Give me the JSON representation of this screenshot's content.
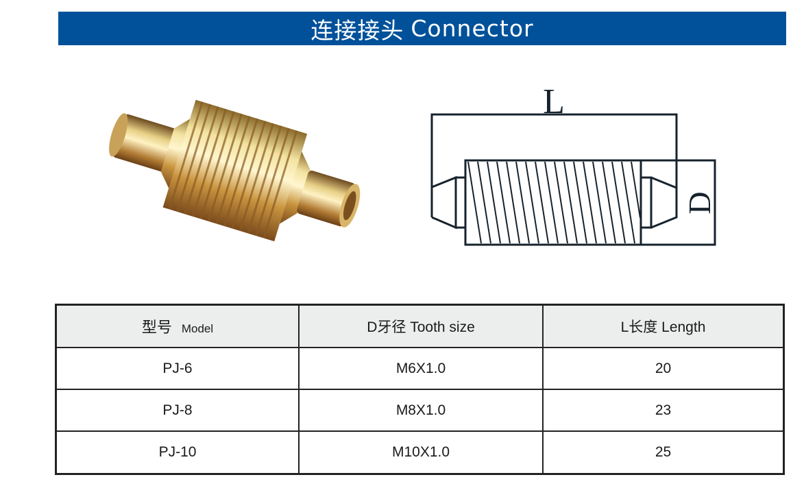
{
  "banner": {
    "title_cn": "连接接头",
    "title_en": "Connector"
  },
  "diagram": {
    "length_label": "L",
    "diameter_label": "D"
  },
  "table": {
    "headers": [
      {
        "cn": "型号",
        "en": "Model"
      },
      {
        "cn": "D牙径",
        "en": "Tooth size"
      },
      {
        "cn": "L长度",
        "en": "Length"
      }
    ],
    "rows": [
      {
        "model": "PJ-6",
        "tooth": "M6X1.0",
        "length": "20"
      },
      {
        "model": "PJ-8",
        "tooth": "M8X1.0",
        "length": "23"
      },
      {
        "model": "PJ-10",
        "tooth": "M10X1.0",
        "length": "25"
      }
    ]
  }
}
